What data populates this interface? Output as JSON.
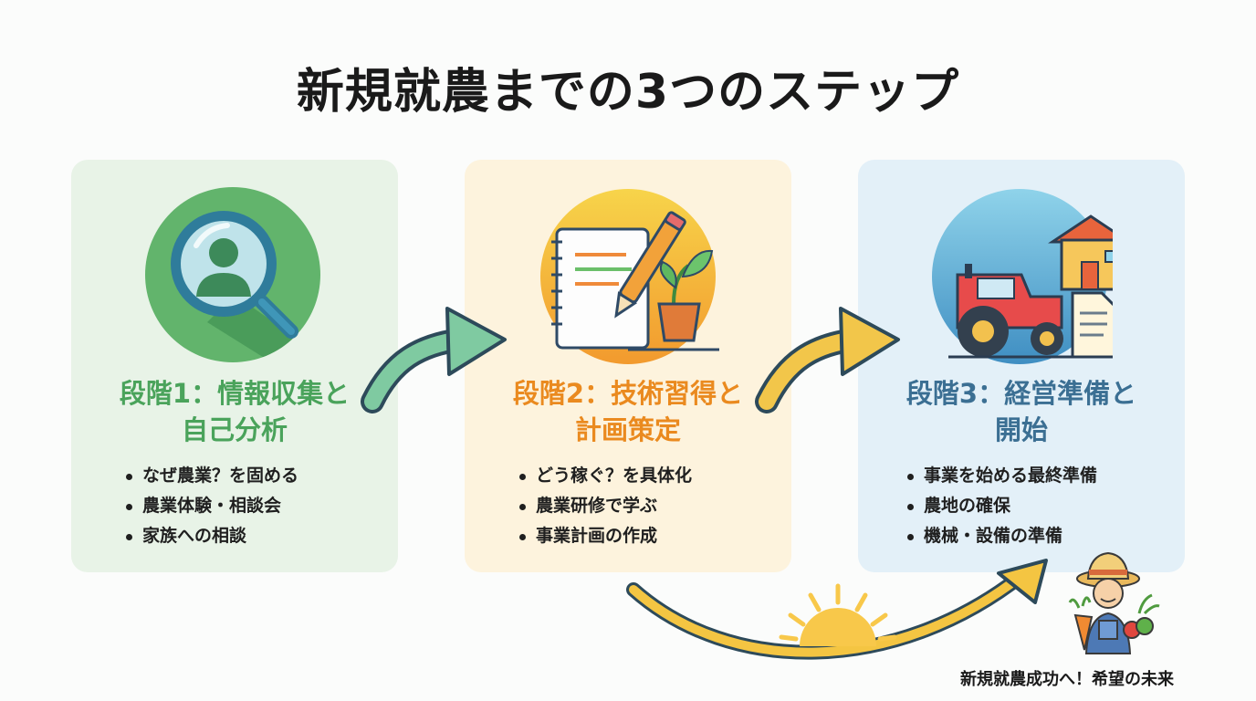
{
  "title": "新規就農までの3つのステップ",
  "steps": [
    {
      "title_line1": "段階1：情報収集と",
      "title_line2": "自己分析",
      "bullets": [
        "なぜ農業？を固める",
        "農業体験・相談会",
        "家族への相談"
      ],
      "icon": "magnifier-person-icon",
      "color": "#4aa35b"
    },
    {
      "title_line1": "段階2：技術習得と",
      "title_line2": "計画策定",
      "bullets": [
        "どう稼ぐ？を具体化",
        "農業研修で学ぶ",
        "事業計画の作成"
      ],
      "icon": "notebook-pencil-plant-icon",
      "color": "#ea8a1f"
    },
    {
      "title_line1": "段階3：経営準備と",
      "title_line2": "開始",
      "bullets": [
        "事業を始める最終準備",
        "農地の確保",
        "機械・設備の準備"
      ],
      "icon": "tractor-house-document-icon",
      "color": "#3b6f93"
    }
  ],
  "future": {
    "caption": "新規就農成功へ！希望の未来",
    "icon": "farmer-sun-icon"
  }
}
